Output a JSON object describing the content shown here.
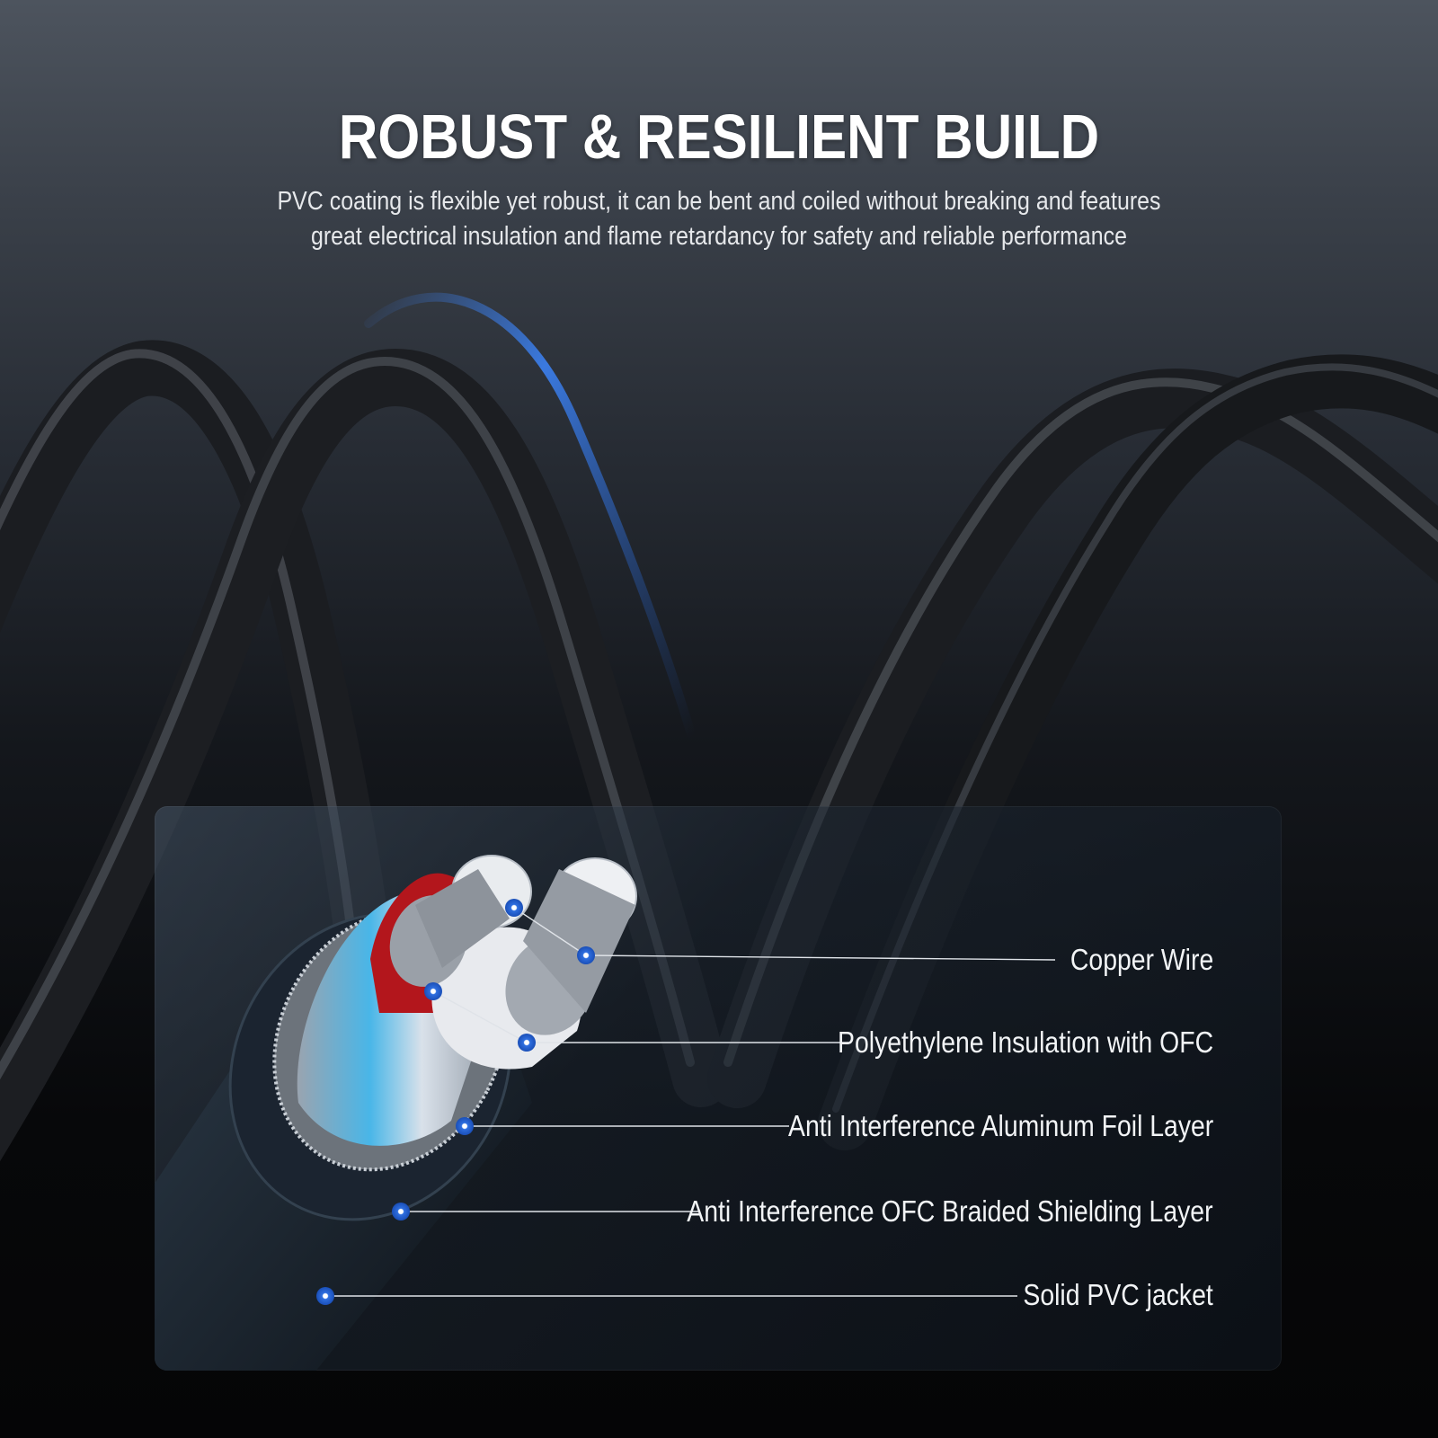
{
  "hero": {
    "title": "ROBUST & RESILIENT BUILD",
    "subtitle_line1": "PVC coating is flexible yet robust, it can be bent and coiled without breaking and features",
    "subtitle_line2": "great electrical insulation and flame retardancy for safety and reliable performance"
  },
  "diagram": {
    "labels": [
      "Copper Wire",
      "Polyethylene Insulation with OFC",
      "Anti Interference Aluminum Foil Layer",
      "Anti Interference OFC Braided Shielding Layer",
      "Solid PVC jacket"
    ]
  },
  "colors": {
    "accent_blue": "#2f6fe0",
    "cable_black": "#1a1c20",
    "conductor_red": "#b3161c",
    "text_white": "#ffffff"
  },
  "icons": {
    "callout_marker": "blue-dot-marker"
  }
}
